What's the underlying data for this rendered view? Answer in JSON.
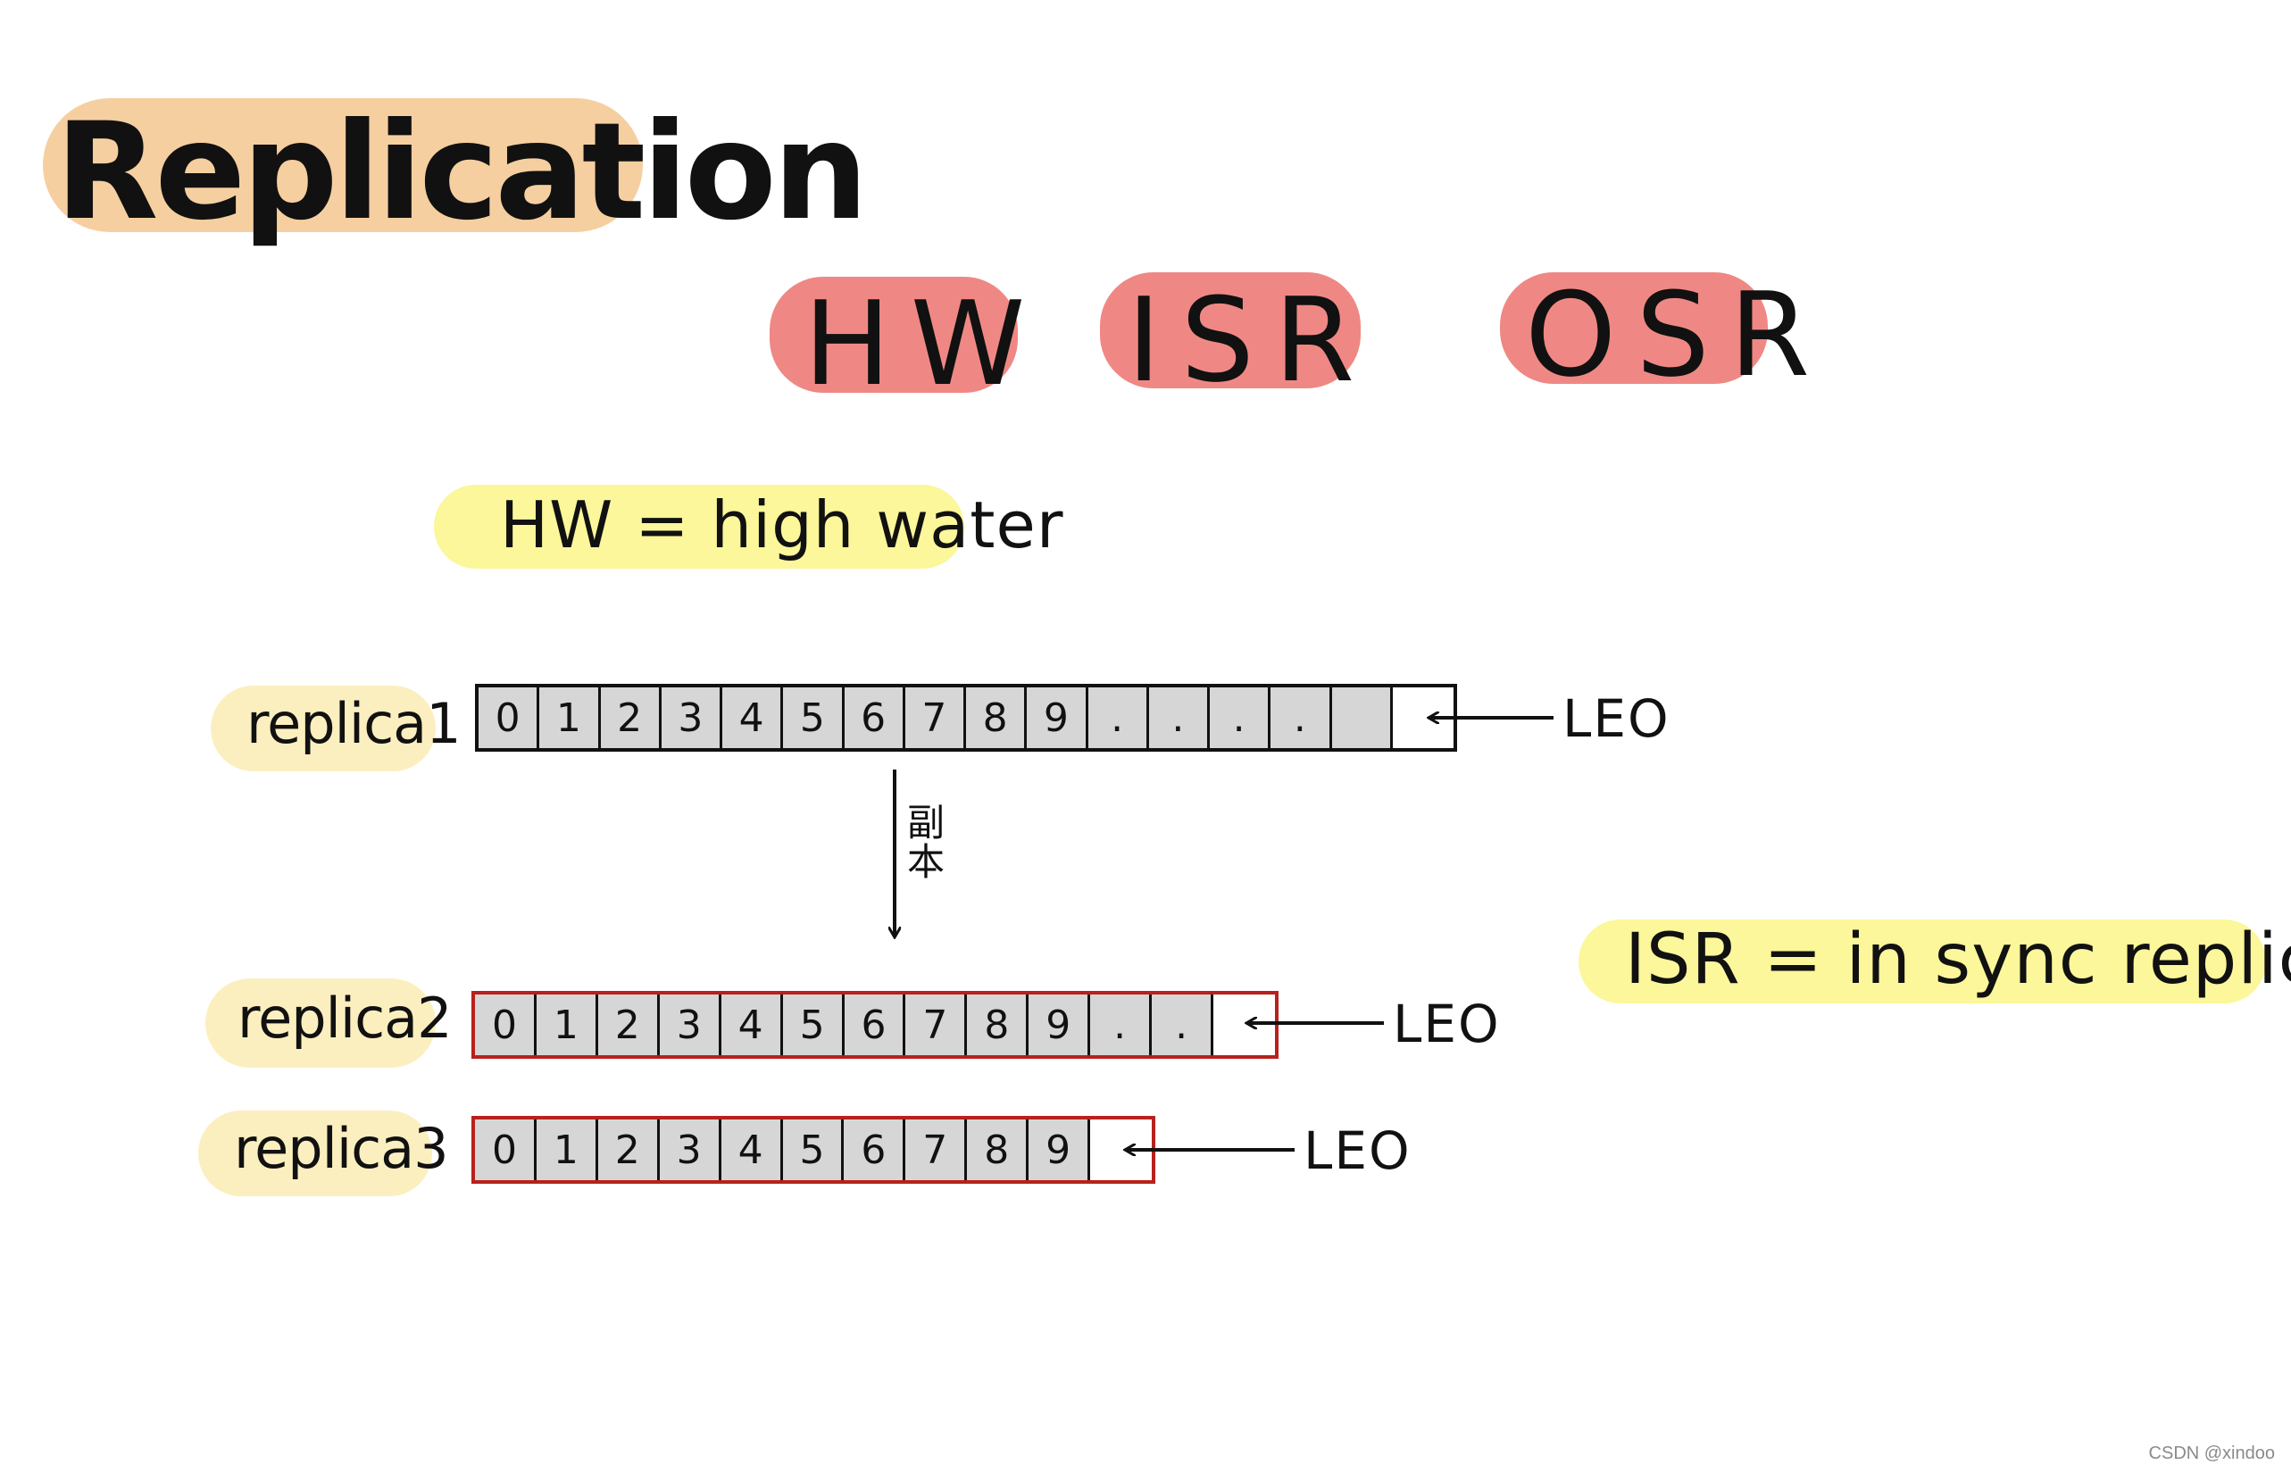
{
  "title": "Replication",
  "terms": [
    "HW",
    "ISR",
    "OSR"
  ],
  "notes": {
    "hw": "HW = high water",
    "isr": "ISR = in sync replica"
  },
  "arrow_label": "副本",
  "replicas": [
    {
      "label": "replica1",
      "cells": [
        "0",
        "1",
        "2",
        "3",
        "4",
        "5",
        "6",
        "7",
        "8",
        "9",
        ".",
        ".",
        ".",
        "."
      ],
      "empty_cells": 1,
      "leo_label": "LEO",
      "border": "black"
    },
    {
      "label": "replica2",
      "cells": [
        "0",
        "1",
        "2",
        "3",
        "4",
        "5",
        "6",
        "7",
        "8",
        "9",
        ".",
        "."
      ],
      "empty_cells": 0,
      "leo_label": "LEO",
      "border": "red"
    },
    {
      "label": "replica3",
      "cells": [
        "0",
        "1",
        "2",
        "3",
        "4",
        "5",
        "6",
        "7",
        "8",
        "9"
      ],
      "empty_cells": 0,
      "leo_label": "LEO",
      "border": "red"
    }
  ],
  "colors": {
    "title_highlight": "#f6cfa0",
    "term_highlight": "#ef8884",
    "note_highlight": "#fbf79a",
    "replica_highlight": "#fcefbf",
    "cell_fill": "#d6d6d6",
    "follower_border": "#b8211c"
  },
  "footer": "CSDN @xindoo"
}
